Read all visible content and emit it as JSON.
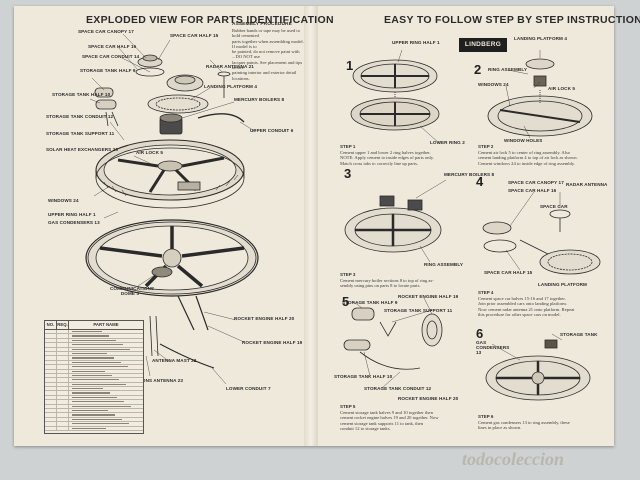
{
  "left_page": {
    "title": "EXPLODED VIEW FOR PARTS IDENTIFICATION",
    "assembly_heading": "ASSEMBLY PROCEDURE",
    "assembly_text": [
      "Rubber bands or tape may be used to hold cemented",
      "parts together when assembling model. If model is to",
      "be painted, do not remove paint with ...DO NOT use",
      "lacquer paints. See placement and tips before",
      "painting interior and exterior detail locations."
    ],
    "labels": {
      "space_car_canopy": "SPACE CAR CANOPY 17",
      "space_car_half_15": "SPACE CAR HALF 15",
      "space_car_half_16": "SPACE CAR HALF 16",
      "space_car_conduit": "SPACE CAR CONDUIT 14",
      "storage_tank_half_9": "STORAGE TANK HALF 9",
      "radar_antenna": "RADAR ANTENNA 21",
      "storage_tank_half_10": "STORAGE TANK HALF 10",
      "landing_platform": "LANDING PLATFORM 4",
      "storage_tank_conduit": "STORAGE TANK CONDUIT 12",
      "mercury_boilers": "MERCURY BOILERS 8",
      "storage_tank_support": "STORAGE TANK SUPPORT 11",
      "solar_heat_exchangers": "SOLAR HEAT EXCHANGERS 26",
      "upper_conduit": "UPPER CONDUIT 6",
      "air_lock": "AIR LOCK 5",
      "windows": "WINDOWS 24",
      "upper_ring_half": "UPPER RING HALF 1",
      "gas_condensers": "GAS CONDENSERS 13",
      "communications_dome": "COMMUNICATIONS DOME 3",
      "rocket_engine_half_20": "ROCKET ENGINE HALF 20",
      "rocket_engine_half_19": "ROCKET ENGINE HALF 19",
      "antenna_mast": "ANTENNA MAST 22",
      "communications_antenna": "COMMUNICATIONS ANTENNA 23",
      "lower_conduit": "LOWER CONDUIT 7"
    },
    "parts_table": {
      "col_no": "NO.",
      "col_req": "REQ.",
      "col_name": "PART NAME"
    }
  },
  "right_page": {
    "title": "EASY TO FOLLOW STEP BY STEP INSTRUCTIONS",
    "logo": "LINDBERG",
    "steps": [
      {
        "num": "1",
        "label": "STEP 1",
        "text": [
          "Cement upper 1 and lower 2 ring halves together.",
          "NOTE: Apply cement to inside edges of parts only.",
          "Match cross tabs to correctly line up parts."
        ]
      },
      {
        "num": "2",
        "label": "STEP 2",
        "text": [
          "Cement air lock 5 to center of ring assembly. Also",
          "cement landing platform 4 to top of air lock as shown.",
          "Cement windows 24 to inside edge of ring assembly."
        ]
      },
      {
        "num": "3",
        "label": "STEP 3",
        "text": [
          "Cement mercury boiler sections 8 to top of ring as-",
          "sembly using pins on parts 8 to locate parts."
        ]
      },
      {
        "num": "4",
        "label": "STEP 4",
        "text": [
          "Cement space car halves 15-16 and 17 together.",
          "Join prior assembled cars onto landing platform.",
          "Now cement radar antenna 21 onto platform. Repeat",
          "this procedure for other space cars on model."
        ]
      },
      {
        "num": "5",
        "label": "STEP 5",
        "text": [
          "Cement storage tank halves 9 and 10 together then",
          "cement rocket engine halves 19 and 20 together. Now",
          "cement storage tank supports 11 to tank, then",
          "conduit 12 to storage tanks."
        ]
      },
      {
        "num": "6",
        "label": "STEP 6",
        "text": [
          "Cement gas condensers 13 to ring assembly, these",
          "lines in place as shown."
        ]
      }
    ],
    "labels": {
      "upper_ring_half": "UPPER RING HALF 1",
      "lower_ring_half": "LOWER RING 2",
      "landing_platform": "LANDING PLATFORM 4",
      "ring_assembly": "RING ASSEMBLY",
      "air_lock": "AIR LOCK 5",
      "windows": "WINDOWS 24",
      "window_holes": "WINDOW HOLES",
      "mercury_boilers": "MERCURY BOILERS 8",
      "ring_assembly_3": "RING ASSEMBLY",
      "space_car_canopy": "SPACE CAR CANOPY 17",
      "space_car_half_16": "SPACE CAR HALF 16",
      "radar_antenna": "RADAR ANTENNA",
      "space_car": "SPACE CAR",
      "space_car_half_15": "SPACE CAR HALF 15",
      "landing_platform_4": "LANDING PLATFORM",
      "storage_tank_half_9": "STORAGE TANK HALF 9",
      "rocket_engine_half_19": "ROCKET ENGINE HALF 19",
      "storage_tank_support": "STORAGE TANK SUPPORT 11",
      "storage_tank_half_10": "STORAGE TANK HALF 10",
      "storage_tank_conduit": "STORAGE TANK CONDUIT 12",
      "rocket_engine_half_20": "ROCKET ENGINE HALF 20",
      "storage_tank": "STORAGE TANK",
      "gas_condensers": "GAS CONDENSERS 13"
    }
  },
  "watermark": "todocoleccion"
}
